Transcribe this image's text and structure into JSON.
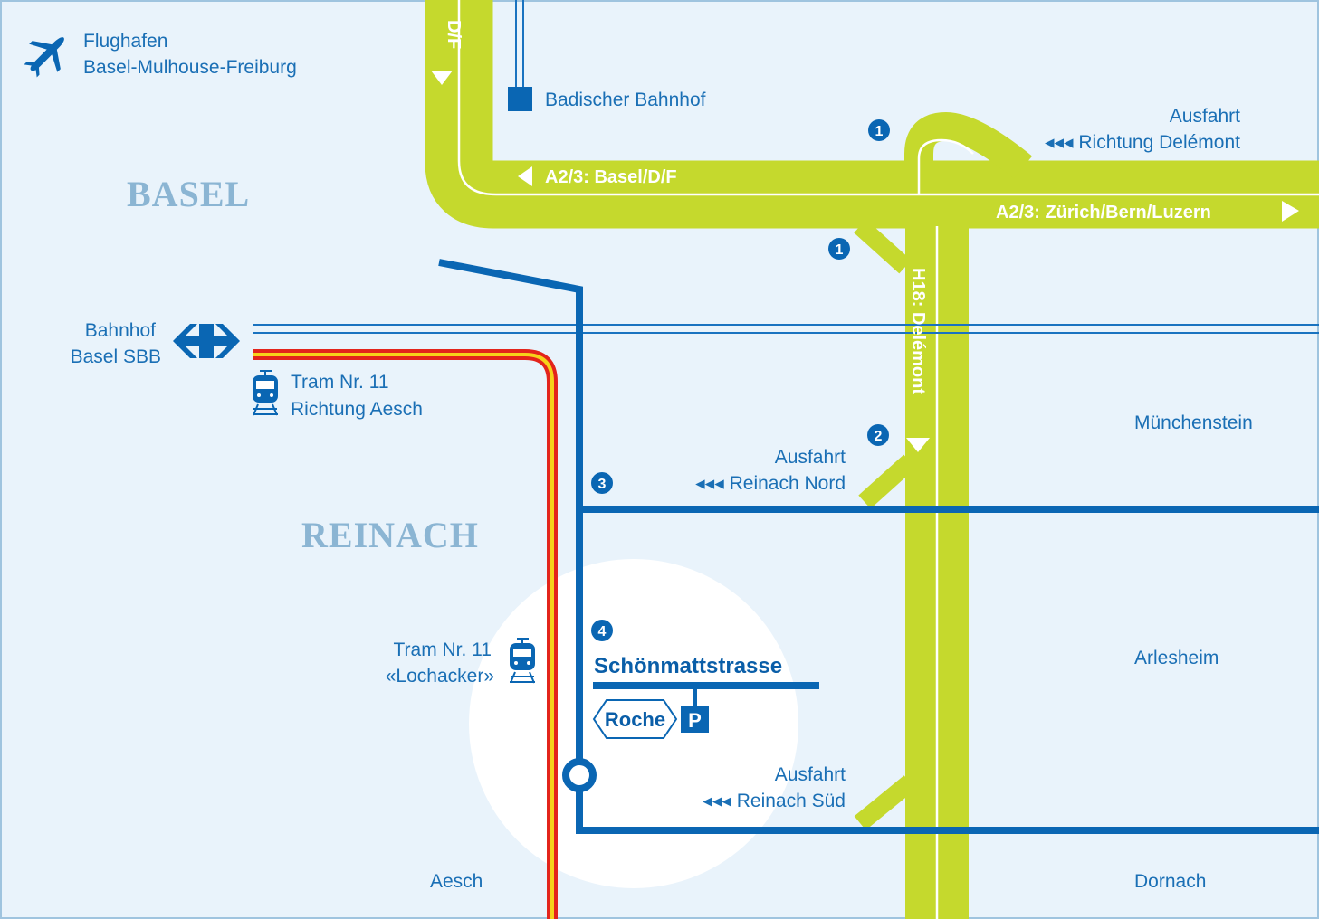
{
  "colors": {
    "background": "#e9f3fb",
    "motorway": "#c5d92d",
    "road": "#0a66b3",
    "rail": "#1a73c0",
    "tram_red": "#e3241b",
    "tram_yellow": "#f6d21a",
    "city_label": "#8bb5d3",
    "focus_area": "#ffffff"
  },
  "cities": {
    "basel": "BASEL",
    "reinach": "REINACH"
  },
  "airport": {
    "icon": "airplane-icon",
    "line1": "Flughafen",
    "line2": "Basel-Mulhouse-Freiburg"
  },
  "badischer_bahnhof": {
    "icon": "station-square-icon",
    "label": "Badischer Bahnhof"
  },
  "bahnhof_sbb": {
    "icon": "sbb-arrows-icon",
    "line1": "Bahnhof",
    "line2": "Basel SBB"
  },
  "tram_aesch": {
    "icon": "tram-icon",
    "line1": "Tram Nr. 11",
    "line2": "Richtung Aesch"
  },
  "tram_lochacker": {
    "icon": "tram-icon",
    "line1": "Tram Nr. 11",
    "line2": "«Lochacker»"
  },
  "roads": {
    "df": "D/F",
    "a23_basel": "A2/3: Basel/D/F",
    "a23_zurich": "A2/3: Zürich/Bern/Luzern",
    "h18": "H18: Delémont"
  },
  "exits": {
    "delemont": {
      "line1": "Ausfahrt",
      "line2": "◂◂◂ Richtung Delémont"
    },
    "reinach_nord": {
      "line1": "Ausfahrt",
      "line2": "◂◂◂ Reinach Nord"
    },
    "reinach_sued": {
      "line1": "Ausfahrt",
      "line2": "◂◂◂ Reinach Süd"
    }
  },
  "markers": {
    "m1": "1",
    "m2": "2",
    "m3": "3",
    "m4": "4"
  },
  "destination": {
    "street": "Schönmattstrasse",
    "logo": "Roche",
    "parking": "P"
  },
  "places": {
    "muenchenstein": "Münchenstein",
    "arlesheim": "Arlesheim",
    "dornach": "Dornach",
    "aesch": "Aesch"
  }
}
